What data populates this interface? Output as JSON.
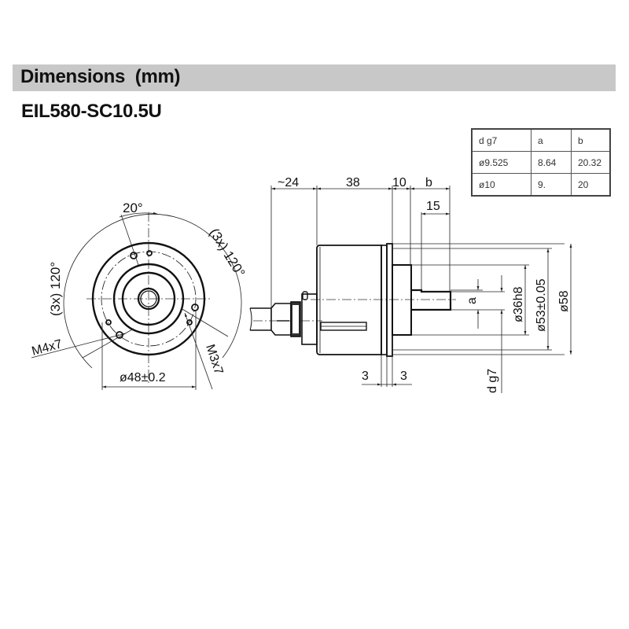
{
  "header": {
    "title": "Dimensions  (mm)",
    "bar_color": "#c8c8c8"
  },
  "model": {
    "name": "EIL580-SC10.5U"
  },
  "spec_table": {
    "headers": [
      "d g7",
      "a",
      "b"
    ],
    "rows": [
      [
        "ø9.525",
        "8.64",
        "20.32"
      ],
      [
        "ø10",
        "9.",
        "20"
      ]
    ]
  },
  "front_view": {
    "angle_top": "20°",
    "angle_left": "(3x) 120°",
    "angle_right": "(3x) 120°",
    "thread_left": "M4x7",
    "thread_right": "M3x7",
    "bolt_circle": "ø48±0.2"
  },
  "side_view": {
    "dim_cable": "~24",
    "dim_body": "38",
    "dim_flange": "10",
    "dim_shaft": "b",
    "dim_shaft_flat": "15",
    "dim_flange_thk_left": "3",
    "dim_flange_thk_right": "3",
    "dim_flat": "a",
    "dim_shaft_dia": "d g7",
    "dim_spigot": "ø36h8",
    "dim_flange_dia": "ø53±0.05",
    "dim_body_dia": "ø58"
  }
}
